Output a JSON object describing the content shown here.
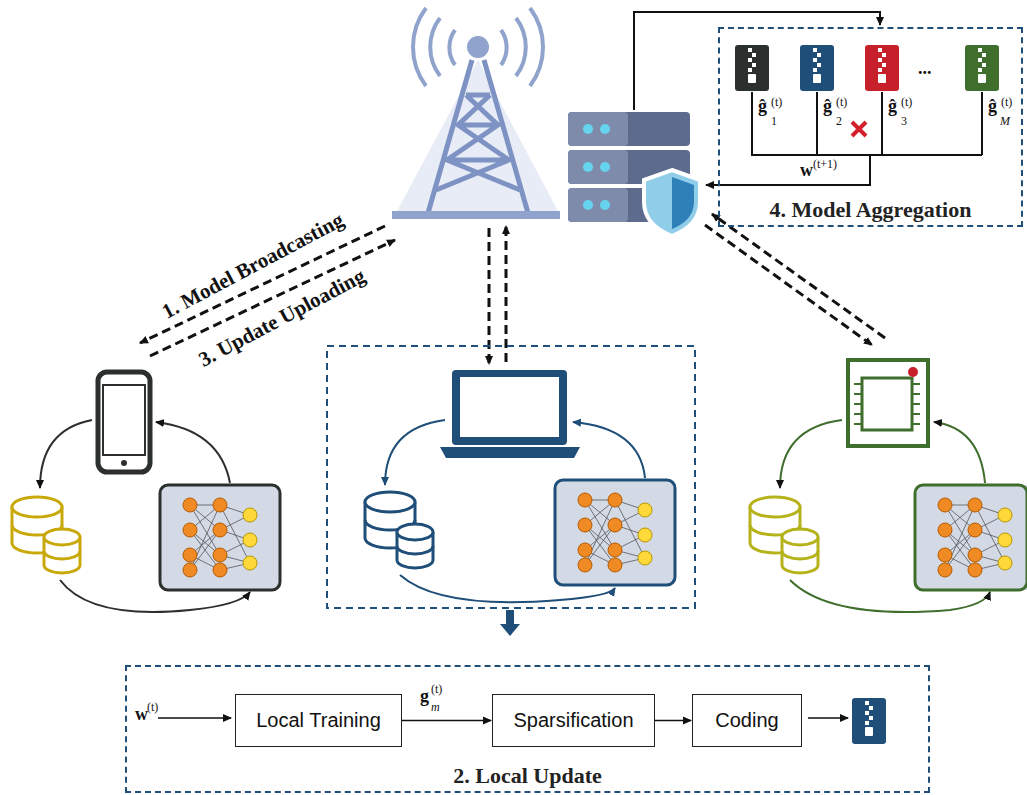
{
  "diagram": {
    "nodes": [
      {
        "text": [
          "4. Model Aggregation"
        ]
      },
      {
        "text": [
          "2. Local Update"
        ]
      },
      {
        "text": [
          "Local Training"
        ],
        "in": 1
      },
      {
        "text": [
          "Sparsification"
        ],
        "in": 1
      },
      {
        "text": [
          "Coding"
        ],
        "in": 1
      }
    ],
    "edges": [
      {
        "from": 2,
        "to": 3,
        "arrow": "to"
      },
      {
        "from": 3,
        "to": 4,
        "arrow": "to"
      }
    ],
    "labels": [
      "1. Model Broadcasting",
      "3. Update Uploading",
      "ĝ",
      "(t)",
      "1",
      "ĝ",
      "(t)",
      "2",
      "ĝ",
      "(t)",
      "3",
      "...",
      "ĝ",
      "(t)",
      "M",
      "w",
      "(t+1)",
      "w",
      "(t)",
      "g",
      "(t)",
      "m"
    ]
  }
}
